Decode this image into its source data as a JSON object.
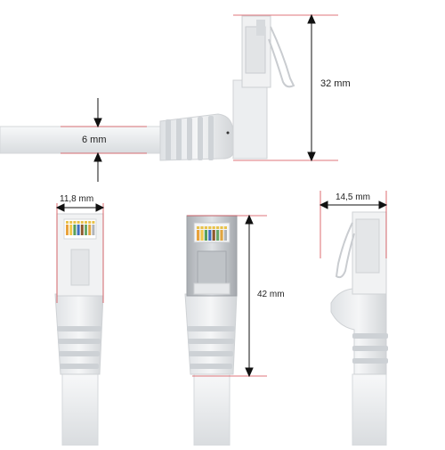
{
  "dimensions": {
    "connector_height": "32 mm",
    "cable_thickness": "6 mm",
    "plug_width_front": "11,8 mm",
    "plug_length": "42 mm",
    "plug_width_side": "14,5 mm"
  },
  "colors": {
    "background": "#ffffff",
    "guide_line": "#d4484f",
    "dimension_arrow": "#111111",
    "cable": "#eef0f1",
    "cable_outline": "#d6d9dc",
    "plug_metal": "#c8ccd0",
    "contact_gold": "#e8c24a"
  },
  "wire_colors": [
    "#e9a23b",
    "#f2c84b",
    "#58a05a",
    "#3f6fc0",
    "#8e5a2e",
    "#6aa86b",
    "#e0a540",
    "#b0b4b8"
  ]
}
